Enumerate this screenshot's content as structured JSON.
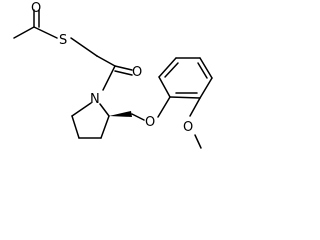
{
  "molecule": {
    "atoms": {
      "carbonyl_o_thioester": "O",
      "sulfur": "S",
      "carbonyl_o_amide": "O",
      "nitrogen": "N",
      "ether_o": "O",
      "methoxy_o": "O"
    },
    "features": [
      "thioester",
      "amide",
      "pyrrolidine",
      "stereo-wedge",
      "aryl-ether",
      "methoxy-benzene"
    ]
  },
  "colors": {
    "bond": "#000000",
    "label": "#000000",
    "background": "#ffffff"
  }
}
